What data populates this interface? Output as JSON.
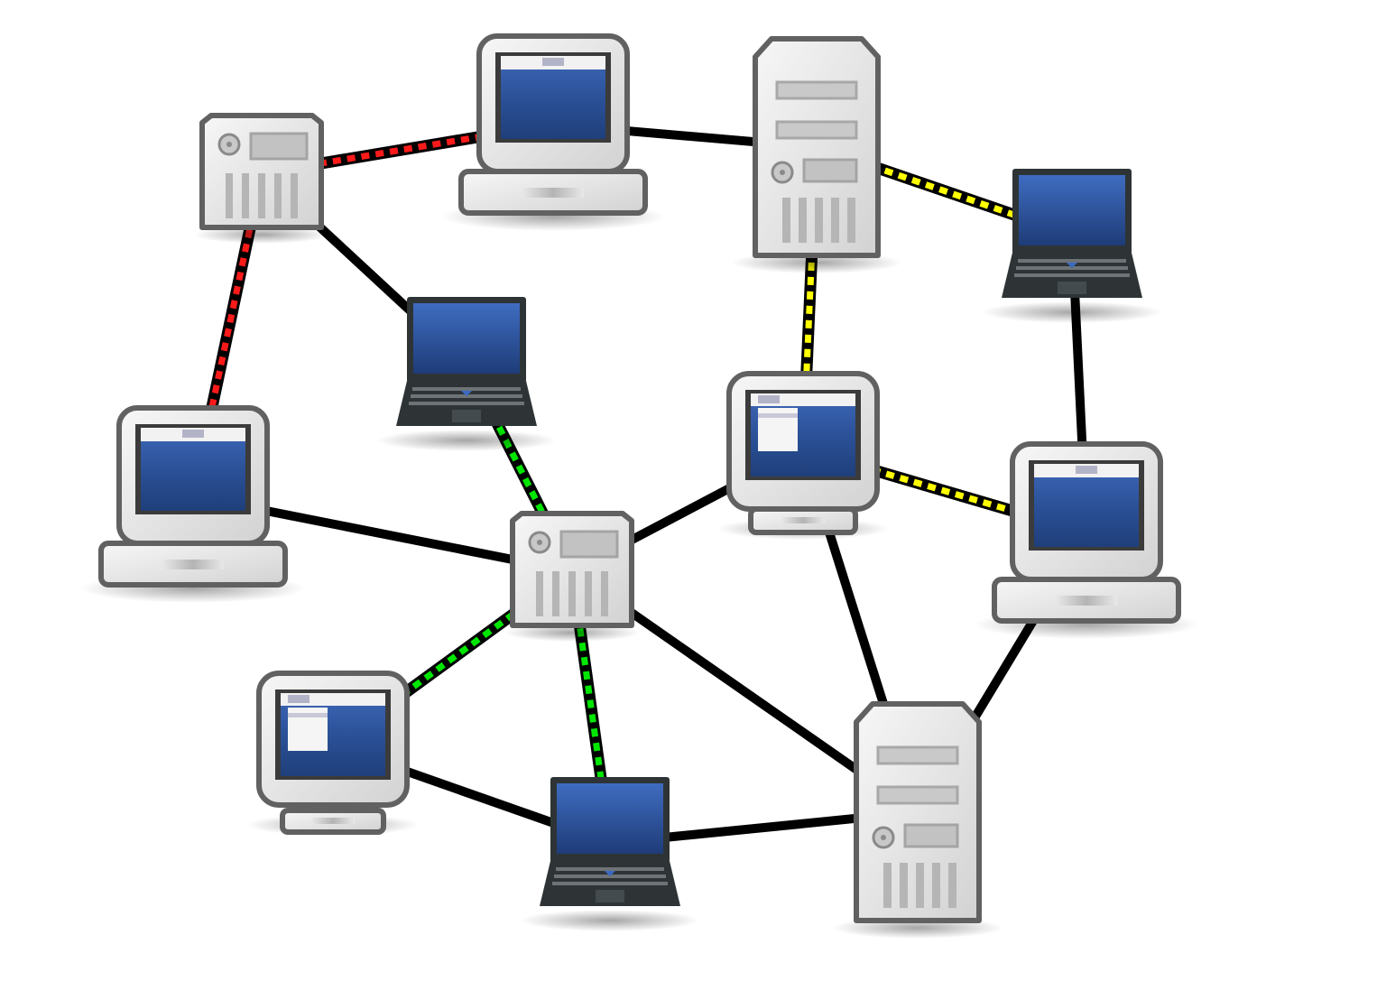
{
  "colors": {
    "plain_link": "#000000",
    "red_link": "#ff1a1a",
    "yellow_link": "#ffff00",
    "green_link": "#00e600",
    "screen_blue": "#2a4f95",
    "device_gray": "#e3e3e3",
    "device_outline": "#616161",
    "laptop_body": "#2e3436"
  },
  "nodes": [
    {
      "id": "n1",
      "kind": "server-small",
      "icon": "small-server-icon"
    },
    {
      "id": "n2",
      "kind": "desktop",
      "icon": "desktop-computer-icon"
    },
    {
      "id": "n3",
      "kind": "tower",
      "icon": "tower-server-icon"
    },
    {
      "id": "n4",
      "kind": "laptop",
      "icon": "laptop-icon"
    },
    {
      "id": "n5",
      "kind": "laptop",
      "icon": "laptop-icon"
    },
    {
      "id": "n6",
      "kind": "desktop",
      "icon": "desktop-computer-icon"
    },
    {
      "id": "n7",
      "kind": "monitor",
      "icon": "monitor-icon"
    },
    {
      "id": "n8",
      "kind": "desktop",
      "icon": "desktop-computer-icon"
    },
    {
      "id": "n9",
      "kind": "server-small",
      "icon": "small-server-icon"
    },
    {
      "id": "n10",
      "kind": "monitor",
      "icon": "monitor-icon"
    },
    {
      "id": "n11",
      "kind": "laptop",
      "icon": "laptop-icon"
    },
    {
      "id": "n12",
      "kind": "tower",
      "icon": "tower-server-icon"
    }
  ],
  "links": [
    {
      "from": "n1",
      "to": "n2",
      "style": "red"
    },
    {
      "from": "n1",
      "to": "n6",
      "style": "red"
    },
    {
      "from": "n1",
      "to": "n5",
      "style": "plain"
    },
    {
      "from": "n2",
      "to": "n3",
      "style": "plain"
    },
    {
      "from": "n3",
      "to": "n4",
      "style": "yellow"
    },
    {
      "from": "n3",
      "to": "n7",
      "style": "yellow"
    },
    {
      "from": "n4",
      "to": "n8",
      "style": "plain"
    },
    {
      "from": "n7",
      "to": "n8",
      "style": "yellow"
    },
    {
      "from": "n5",
      "to": "n9",
      "style": "green"
    },
    {
      "from": "n6",
      "to": "n9",
      "style": "plain"
    },
    {
      "from": "n9",
      "to": "n7",
      "style": "plain"
    },
    {
      "from": "n9",
      "to": "n10",
      "style": "green"
    },
    {
      "from": "n9",
      "to": "n11",
      "style": "green"
    },
    {
      "from": "n9",
      "to": "n12",
      "style": "plain"
    },
    {
      "from": "n7",
      "to": "n12",
      "style": "plain"
    },
    {
      "from": "n8",
      "to": "n12",
      "style": "plain"
    },
    {
      "from": "n10",
      "to": "n11",
      "style": "plain"
    },
    {
      "from": "n11",
      "to": "n12",
      "style": "plain"
    }
  ]
}
